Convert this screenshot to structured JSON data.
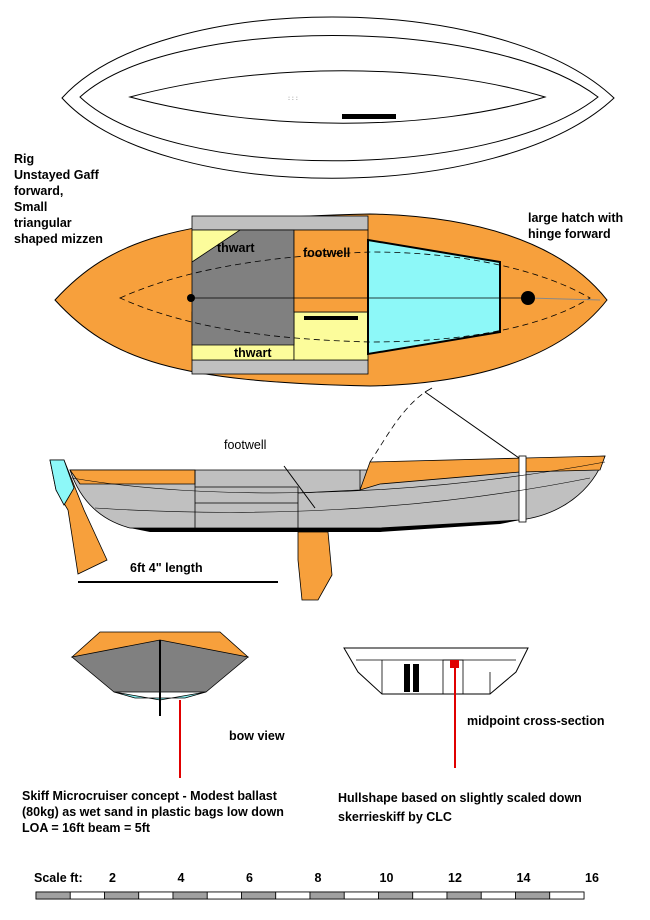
{
  "colors": {
    "deck": "#F7A03C",
    "thwart": "#FCFC9B",
    "hatch": "#8DF8F8",
    "hull": "#C0C0C0",
    "cockpit": "#808080",
    "keel": "#000000",
    "pole": "#E00000"
  },
  "rig_note": {
    "lines": [
      "Rig",
      "Unstayed Gaff",
      "forward,",
      "Small",
      "triangular",
      "shaped mizzen"
    ]
  },
  "hatch_note": {
    "lines": [
      "large hatch with",
      "hinge forward"
    ]
  },
  "plan": {
    "thwart_top": "thwart",
    "thwart_bottom": "thwart",
    "footwell": "footwell"
  },
  "side": {
    "footwell": "footwell",
    "length": "6ft 4\" length"
  },
  "bow_view": "bow view",
  "section": "midpoint cross-section",
  "concept_note": {
    "lines": [
      "Skiff Microcruiser concept - Modest ballast",
      "(80kg) as wet sand in plastic bags low down",
      "LOA = 16ft beam = 5ft"
    ]
  },
  "hull_note": {
    "lines": [
      "Hullshape based on slightly scaled down",
      "skerrieskiff by CLC"
    ]
  },
  "scale": {
    "title": "Scale ft:",
    "ticks": [
      "2",
      "4",
      "6",
      "8",
      "10",
      "12",
      "14",
      "16"
    ]
  }
}
